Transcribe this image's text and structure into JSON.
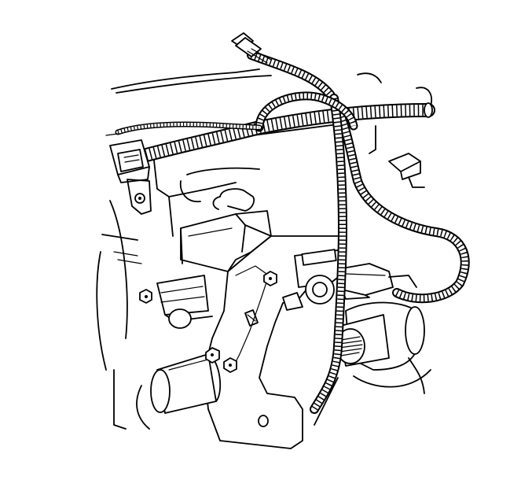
{
  "diagram": {
    "style": "black line-art technical illustration",
    "colors": {
      "ink": "#000000",
      "paper": "#ffffff"
    },
    "components": [
      {
        "id": "transfer-case-housing"
      },
      {
        "id": "encoder-motor"
      },
      {
        "id": "wiring-harness"
      },
      {
        "id": "harness-connector"
      },
      {
        "id": "output-shaft"
      },
      {
        "id": "mounting-bracket"
      }
    ]
  }
}
